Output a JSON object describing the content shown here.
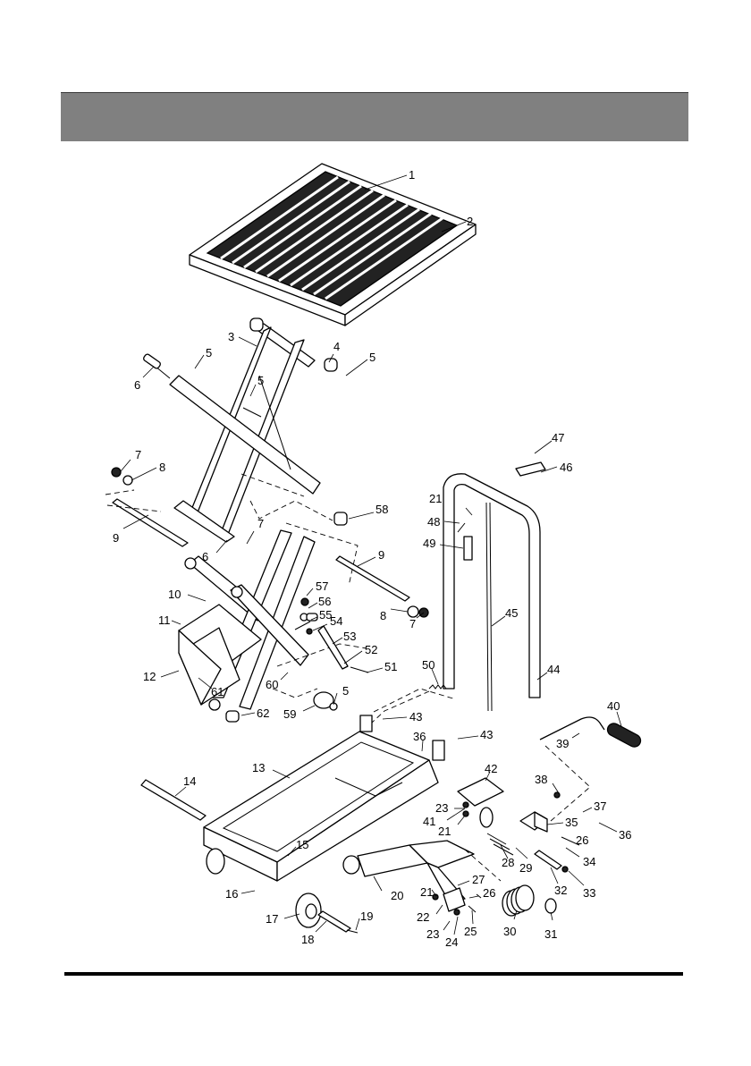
{
  "header": {
    "title": ""
  },
  "diagram": {
    "colors": {
      "header_bar": "#808080",
      "rule": "#000000",
      "line": "#000000"
    },
    "labels": [
      {
        "id": "l1",
        "text": "1"
      },
      {
        "id": "l2",
        "text": "2"
      },
      {
        "id": "l3",
        "text": "3"
      },
      {
        "id": "l4",
        "text": "4"
      },
      {
        "id": "l5a",
        "text": "5"
      },
      {
        "id": "l5b",
        "text": "5"
      },
      {
        "id": "l5c",
        "text": "5"
      },
      {
        "id": "l5d",
        "text": "5"
      },
      {
        "id": "l6a",
        "text": "6"
      },
      {
        "id": "l6b",
        "text": "6"
      },
      {
        "id": "l7a",
        "text": "7"
      },
      {
        "id": "l7b",
        "text": "7"
      },
      {
        "id": "l7c",
        "text": "7"
      },
      {
        "id": "l8a",
        "text": "8"
      },
      {
        "id": "l8b",
        "text": "8"
      },
      {
        "id": "l9a",
        "text": "9"
      },
      {
        "id": "l9b",
        "text": "9"
      },
      {
        "id": "l10",
        "text": "10"
      },
      {
        "id": "l11",
        "text": "11"
      },
      {
        "id": "l12",
        "text": "12"
      },
      {
        "id": "l13",
        "text": "13"
      },
      {
        "id": "l14",
        "text": "14"
      },
      {
        "id": "l15",
        "text": "15"
      },
      {
        "id": "l16",
        "text": "16"
      },
      {
        "id": "l17",
        "text": "17"
      },
      {
        "id": "l18",
        "text": "18"
      },
      {
        "id": "l19",
        "text": "19"
      },
      {
        "id": "l20",
        "text": "20"
      },
      {
        "id": "l21a",
        "text": "21"
      },
      {
        "id": "l21b",
        "text": "21"
      },
      {
        "id": "l21c",
        "text": "21"
      },
      {
        "id": "l22",
        "text": "22"
      },
      {
        "id": "l23a",
        "text": "23"
      },
      {
        "id": "l23b",
        "text": "23"
      },
      {
        "id": "l24",
        "text": "24"
      },
      {
        "id": "l25",
        "text": "25"
      },
      {
        "id": "l26a",
        "text": "26"
      },
      {
        "id": "l26b",
        "text": "26"
      },
      {
        "id": "l27",
        "text": "27"
      },
      {
        "id": "l28",
        "text": "28"
      },
      {
        "id": "l29",
        "text": "29"
      },
      {
        "id": "l30",
        "text": "30"
      },
      {
        "id": "l31",
        "text": "31"
      },
      {
        "id": "l32",
        "text": "32"
      },
      {
        "id": "l33",
        "text": "33"
      },
      {
        "id": "l34",
        "text": "34"
      },
      {
        "id": "l35",
        "text": "35"
      },
      {
        "id": "l36a",
        "text": "36"
      },
      {
        "id": "l36b",
        "text": "36"
      },
      {
        "id": "l37",
        "text": "37"
      },
      {
        "id": "l38",
        "text": "38"
      },
      {
        "id": "l39",
        "text": "39"
      },
      {
        "id": "l40",
        "text": "40"
      },
      {
        "id": "l41",
        "text": "41"
      },
      {
        "id": "l42",
        "text": "42"
      },
      {
        "id": "l43a",
        "text": "43"
      },
      {
        "id": "l43b",
        "text": "43"
      },
      {
        "id": "l44",
        "text": "44"
      },
      {
        "id": "l45",
        "text": "45"
      },
      {
        "id": "l46",
        "text": "46"
      },
      {
        "id": "l47",
        "text": "47"
      },
      {
        "id": "l48",
        "text": "48"
      },
      {
        "id": "l49",
        "text": "49"
      },
      {
        "id": "l50",
        "text": "50"
      },
      {
        "id": "l51",
        "text": "51"
      },
      {
        "id": "l52",
        "text": "52"
      },
      {
        "id": "l53",
        "text": "53"
      },
      {
        "id": "l54",
        "text": "54"
      },
      {
        "id": "l55",
        "text": "55"
      },
      {
        "id": "l56",
        "text": "56"
      },
      {
        "id": "l57",
        "text": "57"
      },
      {
        "id": "l58",
        "text": "58"
      },
      {
        "id": "l59",
        "text": "59"
      },
      {
        "id": "l60",
        "text": "60"
      },
      {
        "id": "l61",
        "text": "61"
      },
      {
        "id": "l62",
        "text": "62"
      }
    ]
  }
}
